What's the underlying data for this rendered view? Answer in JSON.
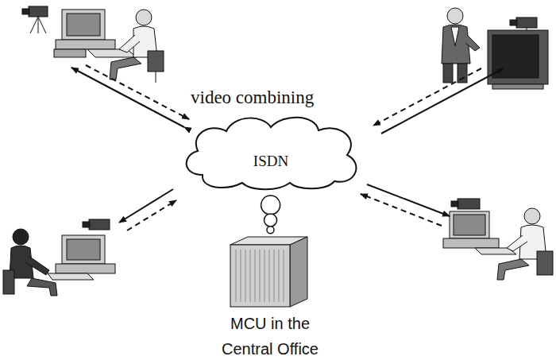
{
  "diagram": {
    "nodes": [
      {
        "text": [
          "ISDN"
        ]
      },
      {
        "text": [
          "MCU in the Central Office"
        ]
      }
    ],
    "edges": [
      {
        "from": 0,
        "to": 1,
        "arrow": "none"
      }
    ],
    "labels": [
      "video combining"
    ]
  }
}
